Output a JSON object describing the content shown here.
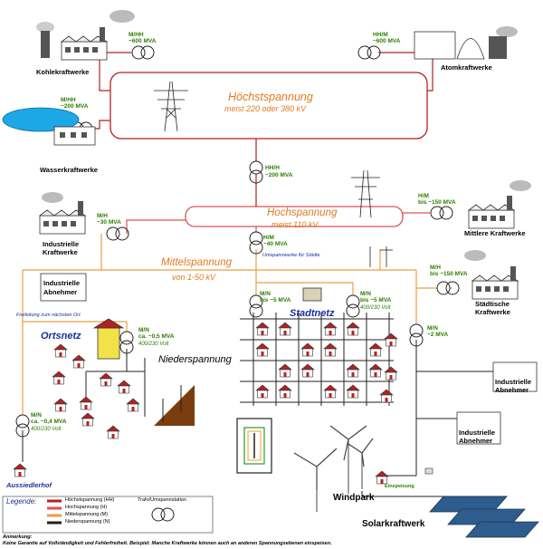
{
  "colors": {
    "hh": "#b22222",
    "h": "#d9534f",
    "m": "#e8a040",
    "n": "#222222",
    "label_green": "#2e7d00",
    "label_orange": "#e07a1f",
    "label_blue": "#1c2f9a"
  },
  "levels": {
    "hoechst_title": "Höchstspannung",
    "hoechst_sub": "meist 220 oder 380 kV",
    "hoch_title": "Hochspannung",
    "hoch_sub": "meist 110 kV",
    "mittel_title": "Mittelspannung",
    "mittel_sub": "von 1-50 kV",
    "nieder_title": "Niederspannung"
  },
  "plants": {
    "kohle": "Kohlekraftwerke",
    "atom": "Atomkraftwerke",
    "wasser": "Wasserkraftwerke",
    "industrie1": "Industrielle",
    "industrie2": "Kraftwerke",
    "mittlere": "Mittlere Kraftwerke",
    "staedt1": "Städtische",
    "staedt2": "Kraftwerke"
  },
  "consumers": {
    "ind_abn_left_1": "Industrielle",
    "ind_abn_left_2": "Abnehmer",
    "ind_abn_r1_1": "Industrielle",
    "ind_abn_r1_2": "Abnehmer",
    "ind_abn_r2_1": "Industrielle",
    "ind_abn_r2_2": "Abnehmer",
    "aussiedlerhof": "Aussiedlerhof"
  },
  "places": {
    "ortsnetz": "Ortsnetz",
    "stadtnetz": "Stadtnetz",
    "windpark": "Windpark",
    "solar": "Solarkraftwerk",
    "einspeisung": "Einspeisung",
    "umspannwerke": "Umspannwerke für Städte",
    "freileitung": "Freileitung zum nächsten Ort"
  },
  "trafos": {
    "kohle_a": "M/HH",
    "kohle_b": "~600 MVA",
    "atom_a": "HH/M",
    "atom_b": "~600 MVA",
    "wasser_a": "M/HH",
    "wasser_b": "~200 MVA",
    "hhh_a": "HH/H",
    "hhh_b": "~200 MVA",
    "ind_a": "M/H",
    "ind_b": "~30 MVA",
    "mittl_a": "H/M",
    "mittl_b": "bis ~150 MVA",
    "hm_a": "H/M",
    "hm_b": "~40 MVA",
    "staedt_a": "M/H",
    "staedt_b": "bis ~150 MVA",
    "mn_a": "M/N",
    "mn_b": "~2 MVA",
    "stadt1_a": "M/N",
    "stadt1_b": "bis ~5 MVA",
    "stadt2_a": "M/N",
    "stadt2_b": "bis ~5 MVA",
    "stadt2_c": "400/230 Volt",
    "orts_a": "M/N",
    "orts_b": "ca. ~0,5 MVA",
    "orts_c": "400/230 Volt",
    "hof_a": "M/N",
    "hof_b": "ca. ~0,4 MVA",
    "hof_c": "400/230 Volt"
  },
  "legend": {
    "title": "Legende:",
    "hh": "Höchstspannung (HH)",
    "h": "Hochspannung (H)",
    "m": "Mittelspannung (M)",
    "n": "Niederspannung (N)",
    "trafo": "Trafo/Umspannstation"
  },
  "footer": {
    "title": "Anmerkung:",
    "text": "Keine Garantie auf Vollständigkeit und Fehlerfreiheit. Beispiel: Manche Kraftwerke können auch an anderen Spannungsebenen einspeisen."
  }
}
